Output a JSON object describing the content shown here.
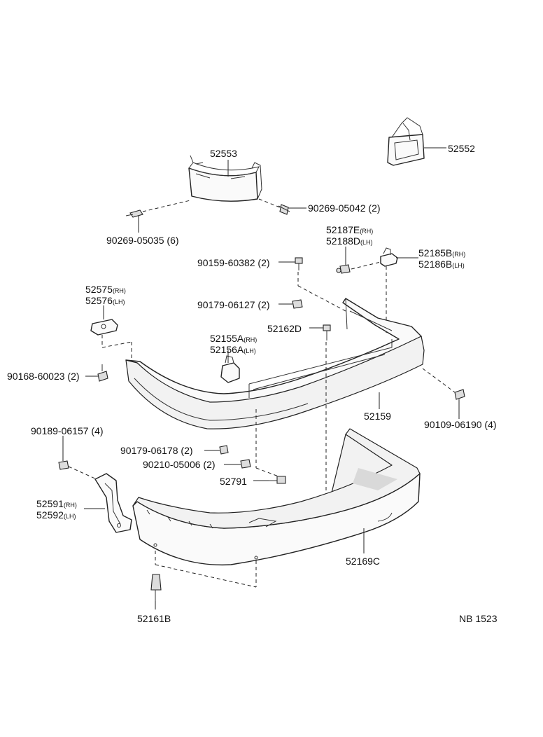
{
  "labels": {
    "p52553": "52553",
    "p52552": "52552",
    "p90269_05042": "90269-05042 (2)",
    "p90269_05035": "90269-05035 (6)",
    "p52187E": "52187E",
    "p52187E_side": "(RH)",
    "p52188D": "52188D",
    "p52188D_side": "(LH)",
    "p52185B": "52185B",
    "p52185B_side": "(RH)",
    "p52186B": "52186B",
    "p52186B_side": "(LH)",
    "p90159_60382": "90159-60382 (2)",
    "p52575": "52575",
    "p52575_side": "(RH)",
    "p52576": "52576",
    "p52576_side": "(LH)",
    "p90179_06127": "90179-06127 (2)",
    "p52162D": "52162D",
    "p52155A": "52155A",
    "p52155A_side": "(RH)",
    "p52156A": "52156A",
    "p52156A_side": "(LH)",
    "p90168_60023": "90168-60023 (2)",
    "p52159": "52159",
    "p90109_06190": "90109-06190 (4)",
    "p90189_06157": "90189-06157 (4)",
    "p90179_06178": "90179-06178 (2)",
    "p90210_05006": "90210-05006 (2)",
    "p52791": "52791",
    "p52591": "52591",
    "p52591_side": "(RH)",
    "p52592": "52592",
    "p52592_side": "(LH)",
    "p52169C": "52169C",
    "p52161B": "52161B",
    "ref": "NB 1523"
  }
}
